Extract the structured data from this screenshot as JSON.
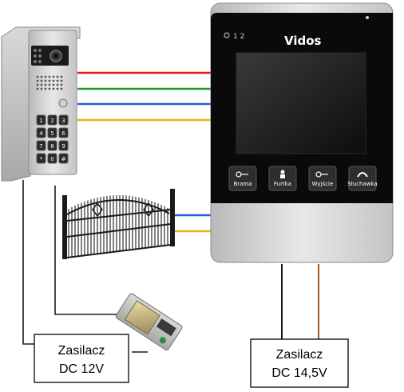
{
  "monitor": {
    "brand": "Vidos",
    "header_indicator": "1 2",
    "buttons": [
      {
        "label": "Brama",
        "icon": "key-icon"
      },
      {
        "label": "Furtka",
        "icon": "person-icon"
      },
      {
        "label": "Wyjście",
        "icon": "key-icon"
      },
      {
        "label": "Słuchawka",
        "icon": "handset-icon"
      }
    ]
  },
  "panel": {
    "keypad": [
      "1",
      "2",
      "3",
      "4",
      "5",
      "6",
      "7",
      "8",
      "9",
      "*",
      "0",
      "#"
    ]
  },
  "power_supplies": {
    "left": {
      "line1": "Zasilacz",
      "line2": "DC 12V"
    },
    "right": {
      "line1": "Zasilacz",
      "line2": "DC 14,5V"
    }
  },
  "wire_colors": {
    "red": "#e01b1b",
    "green": "#1f9a2a",
    "blue": "#2a5fd0",
    "yellow": "#e0b417",
    "black": "#1a1a1a",
    "brown": "#9a5a22"
  }
}
